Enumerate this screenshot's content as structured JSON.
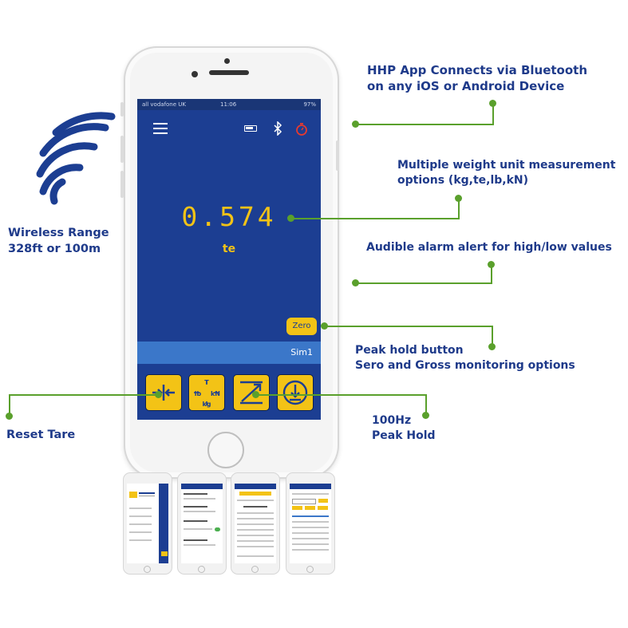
{
  "callouts": {
    "wireless_line1": "Wireless Range",
    "wireless_line2": "328ft or 100m",
    "bluetooth_line1": "HHP App Connects via Bluetooth",
    "bluetooth_line2": "on any iOS or Android Device",
    "units_line1": "Multiple weight unit measurement",
    "units_line2": "options (kg,te,lb,kN)",
    "alarm": "Audible alarm alert for high/low values",
    "peak_line1": "Peak hold button",
    "peak_line2": "Sero and Gross monitoring options",
    "hz_line1": "100Hz",
    "hz_line2": "Peak Hold",
    "tare": "Reset Tare"
  },
  "app": {
    "status_carrier": "all vodafone UK",
    "status_time": "11:06",
    "status_battery": "97%",
    "reading": "0.574",
    "unit": "te",
    "zero_label": "Zero",
    "sim_label": "Sim1",
    "tools": [
      "tare-icon",
      "unit-select-icon",
      "peak-hold-icon",
      "gross-zero-icon"
    ],
    "unit_tool_letters": {
      "top": "T",
      "left": "lb",
      "right": "kN",
      "bottom": "kg"
    }
  },
  "colors": {
    "brand_blue": "#1c3e92",
    "accent_yellow": "#f3c316",
    "callout_text": "#1e3a8a",
    "connector_green": "#5aa02c"
  }
}
